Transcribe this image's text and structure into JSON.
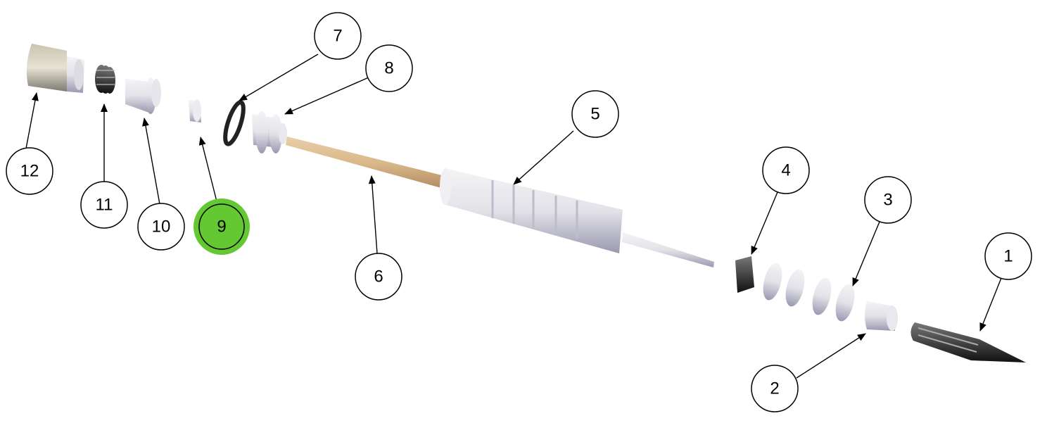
{
  "diagram": {
    "type": "exploded-parts-view",
    "highlight_color": "#63c832",
    "callouts": [
      {
        "label": "1",
        "highlighted": false
      },
      {
        "label": "2",
        "highlighted": false
      },
      {
        "label": "3",
        "highlighted": false
      },
      {
        "label": "4",
        "highlighted": false
      },
      {
        "label": "5",
        "highlighted": false
      },
      {
        "label": "6",
        "highlighted": false
      },
      {
        "label": "7",
        "highlighted": false
      },
      {
        "label": "8",
        "highlighted": false
      },
      {
        "label": "9",
        "highlighted": true
      },
      {
        "label": "10",
        "highlighted": false
      },
      {
        "label": "11",
        "highlighted": false
      },
      {
        "label": "12",
        "highlighted": false
      }
    ]
  }
}
